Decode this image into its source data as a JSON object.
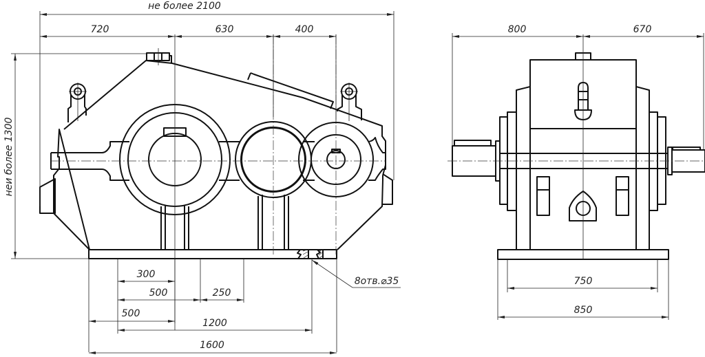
{
  "drawing": {
    "subject": "Gear reducer, front and side views",
    "front_view": {
      "overall_length_label": "не более 2100",
      "overall_height_label": "неи более 1300",
      "shaft_spacing": [
        "720",
        "630",
        "400"
      ],
      "base_dimensions": {
        "d300": "300",
        "d500a": "500",
        "d250": "250",
        "d500b": "500",
        "d1200": "1200",
        "d1600": "1600"
      },
      "holes_callout": "8отв.⌀35"
    },
    "side_view": {
      "top_dims": [
        "800",
        "670"
      ],
      "base_dims": {
        "inner": "750",
        "outer": "850"
      }
    }
  }
}
